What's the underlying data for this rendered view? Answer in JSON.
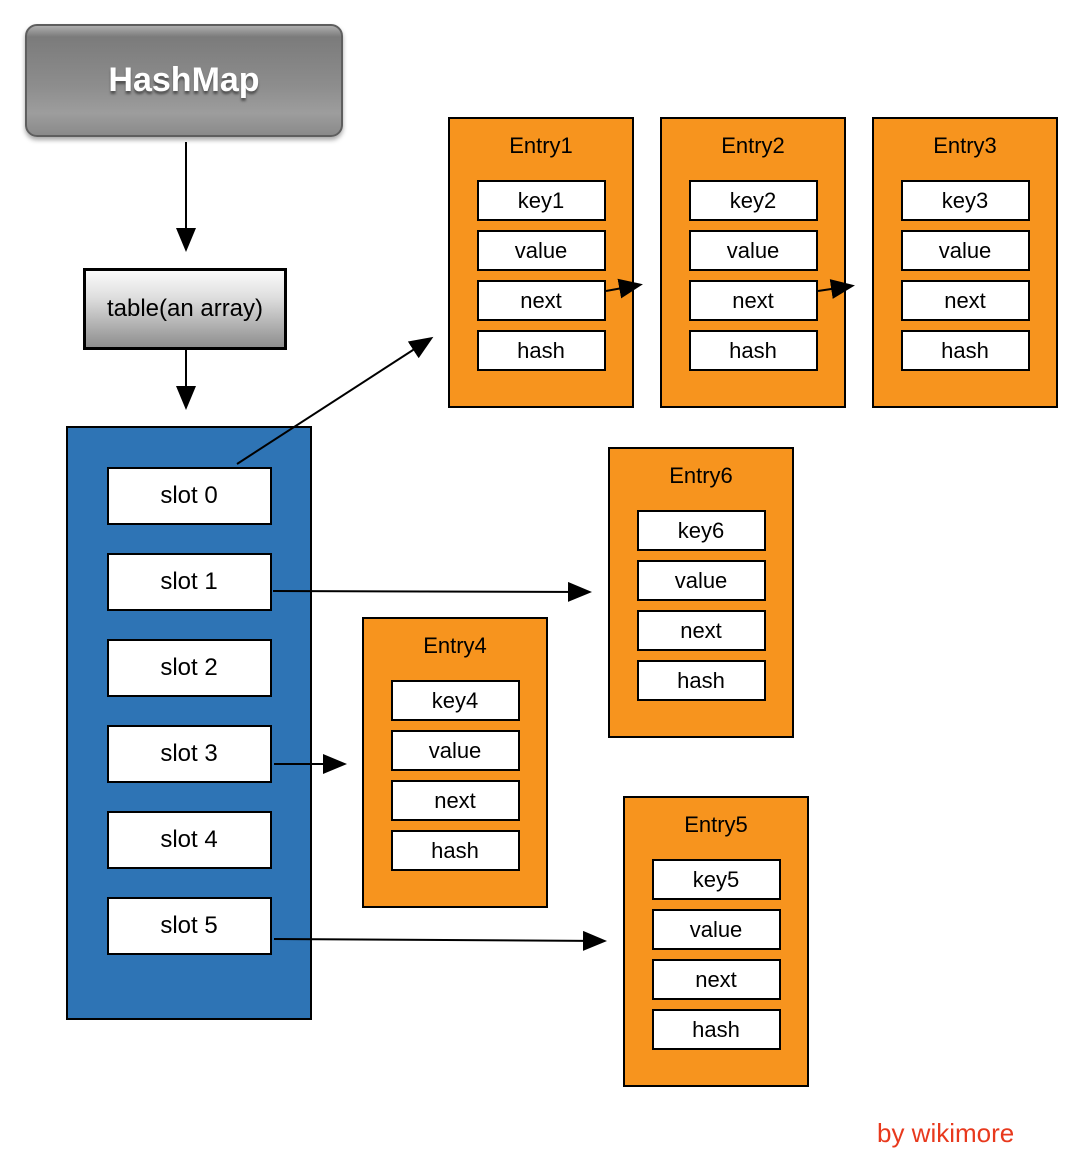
{
  "diagram": {
    "root": {
      "title": "HashMap"
    },
    "table": {
      "label": "table(an array)"
    },
    "slots": [
      "slot 0",
      "slot 1",
      "slot 2",
      "slot 3",
      "slot 4",
      "slot 5"
    ],
    "entries": [
      {
        "title": "Entry1",
        "fields": [
          "key1",
          "value",
          "next",
          "hash"
        ]
      },
      {
        "title": "Entry2",
        "fields": [
          "key2",
          "value",
          "next",
          "hash"
        ]
      },
      {
        "title": "Entry3",
        "fields": [
          "key3",
          "value",
          "next",
          "hash"
        ]
      },
      {
        "title": "Entry4",
        "fields": [
          "key4",
          "value",
          "next",
          "hash"
        ]
      },
      {
        "title": "Entry5",
        "fields": [
          "key5",
          "value",
          "next",
          "hash"
        ]
      },
      {
        "title": "Entry6",
        "fields": [
          "key6",
          "value",
          "next",
          "hash"
        ]
      }
    ],
    "connections": [
      {
        "from": "HashMap",
        "to": "table(an array)"
      },
      {
        "from": "table(an array)",
        "to": "slot array"
      },
      {
        "from": "slot 0",
        "to": "Entry1"
      },
      {
        "from": "Entry1.next",
        "to": "Entry2"
      },
      {
        "from": "Entry2.next",
        "to": "Entry3"
      },
      {
        "from": "slot 1",
        "to": "Entry6"
      },
      {
        "from": "slot 3",
        "to": "Entry4"
      },
      {
        "from": "slot 5",
        "to": "Entry5"
      }
    ],
    "credit": "by wikimore",
    "colors": {
      "entry_fill": "#F7941E",
      "array_fill": "#2E74B5",
      "hashmap_fill": "#8A8A8A",
      "credit_text": "#E8391D",
      "line": "#000000",
      "field_fill": "#FFFFFF"
    }
  }
}
